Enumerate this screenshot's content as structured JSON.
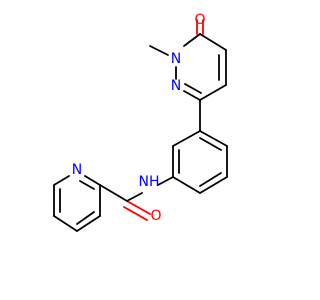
{
  "molecule": {
    "colors": {
      "bond": "#000000",
      "oxygen": "#ff0000",
      "nitrogen": "#0000ff",
      "background": "#ffffff"
    },
    "atoms": {
      "o_pyridazinone": "O",
      "n_methyl": "N",
      "n_ring": "N",
      "nh_amide": "NH",
      "o_amide": "O",
      "n_pyridine": "N"
    }
  }
}
